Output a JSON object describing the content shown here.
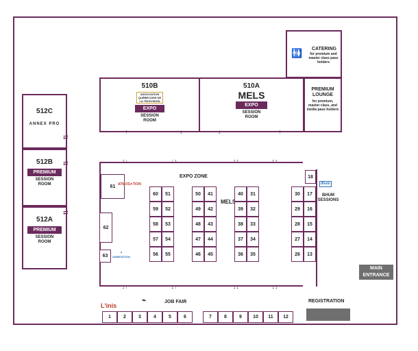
{
  "rooms": {
    "r512c": {
      "code": "512C",
      "logo_text": "ANNEX PRO"
    },
    "r512b": {
      "code": "512B",
      "tag": "PREMIUM",
      "sub": "SESSION ROOM"
    },
    "r512a": {
      "code": "512A",
      "tag": "PREMIUM",
      "sub": "SESSION ROOM"
    },
    "r510b": {
      "code": "510B",
      "logo_text": "ASSOCIATION QUÉBÉCOISE DE LA TÉLÉVISION",
      "tag": "EXPO",
      "sub": "SESSION ROOM"
    },
    "r510a": {
      "code": "510A",
      "brand": "MELS",
      "tag": "EXPO",
      "sub": "SESSION ROOM"
    },
    "catering": {
      "title": "CATERING",
      "note": "for premium and master class pass holders"
    },
    "lounge": {
      "title": "PREMIUM LOUNGE",
      "note": "for premium, master class, and media pass holders"
    }
  },
  "zones": {
    "expo_zone": "EXPO ZONE",
    "mels": "MELS",
    "job_fair": "JOB FAIR",
    "registration": "REGISTRATION",
    "main_entrance": "MAIN ENTRANCE",
    "bhum": "BHUM SESSIONS",
    "linis": "L'inis"
  },
  "booths": {
    "b61": "61",
    "b62": "62",
    "b63": "63",
    "col1": [
      [
        "60",
        "51"
      ],
      [
        "59",
        "52"
      ],
      [
        "58",
        "53"
      ],
      [
        "57",
        "54"
      ],
      [
        "56",
        "55"
      ]
    ],
    "col2": [
      [
        "50",
        "41"
      ],
      [
        "49",
        "42"
      ],
      [
        "48",
        "43"
      ],
      [
        "47",
        "44"
      ],
      [
        "46",
        "45"
      ]
    ],
    "col3": [
      [
        "40",
        "31"
      ],
      [
        "39",
        "32"
      ],
      [
        "38",
        "33"
      ],
      [
        "37",
        "34"
      ],
      [
        "36",
        "35"
      ]
    ],
    "col4": [
      [
        "30",
        "17"
      ],
      [
        "29",
        "16"
      ],
      [
        "28",
        "15"
      ],
      [
        "27",
        "14"
      ],
      [
        "26",
        "13"
      ]
    ],
    "b18": "18",
    "bottom_left": [
      "1",
      "2",
      "3",
      "4",
      "5",
      "6"
    ],
    "bottom_right": [
      "7",
      "8",
      "9",
      "10",
      "11",
      "12"
    ]
  },
  "colors": {
    "accent": "#6b2a5c",
    "gray": "#6f6f6f"
  }
}
